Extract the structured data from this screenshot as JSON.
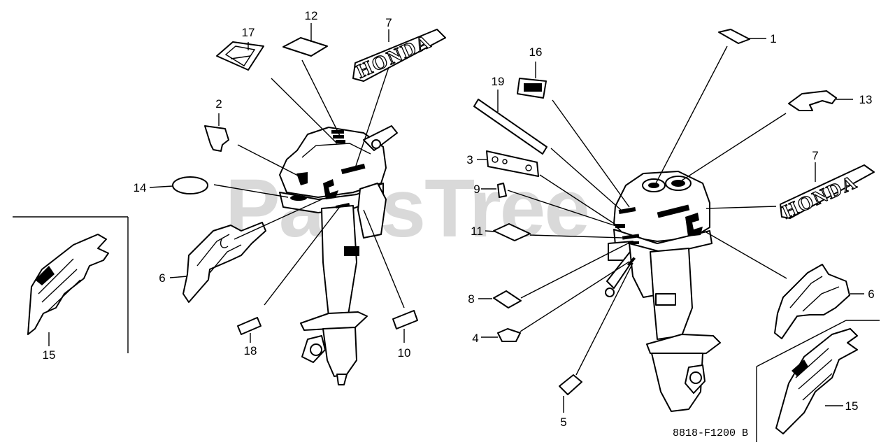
{
  "watermark": "PartsTree",
  "diagram_code": "8818-F1200 B",
  "decal_text": "HONDA",
  "callouts": {
    "c1": "1",
    "c2": "2",
    "c3": "3",
    "c4": "4",
    "c5": "5",
    "c6_left": "6",
    "c6_right": "6",
    "c7_left": "7",
    "c7_right": "7",
    "c8": "8",
    "c9": "9",
    "c10": "10",
    "c11": "11",
    "c12": "12",
    "c13": "13",
    "c14": "14",
    "c15_left": "15",
    "c15_right": "15",
    "c16": "16",
    "c17": "17",
    "c18": "18",
    "c19": "19"
  }
}
